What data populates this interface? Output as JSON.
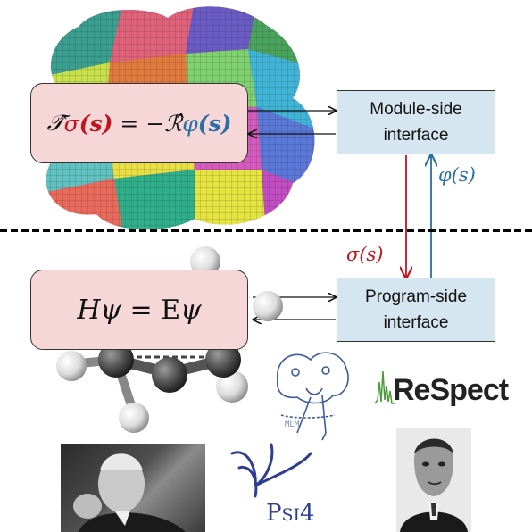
{
  "module_equation": {
    "T_hat": "𝒯̂",
    "sigma": "σ",
    "paren_s": "(s)",
    "equals_minus": " = −",
    "R_hat": "ℛ̂",
    "phi": "φ"
  },
  "qm_equation": {
    "H": "H",
    "psi": "ψ",
    "equals": " = ",
    "E": "E",
    "psi2": "ψ"
  },
  "module_interface": {
    "line1": "Module-side",
    "line2": "interface"
  },
  "program_interface": {
    "line1": "Program-side",
    "line2": "interface"
  },
  "labels": {
    "phi_s": "φ(s)",
    "sigma_s": "σ(s)"
  },
  "logos": {
    "respect": "ReSpect",
    "psi4_prefix": "P",
    "psi4_small": "SI",
    "psi4_suffix": "4",
    "mlm": "MLM"
  },
  "colors": {
    "sigma_red": "#c0151f",
    "phi_blue": "#2a6ea6",
    "eq_box_fill": "#f6d7d7",
    "iface_fill": "#d6e6f1"
  },
  "icons": [
    "cavity-surface",
    "ethylene-molecule",
    "mlm-logo",
    "respect-logo",
    "psi4-logo",
    "portrait-dalton",
    "portrait-dirac"
  ]
}
